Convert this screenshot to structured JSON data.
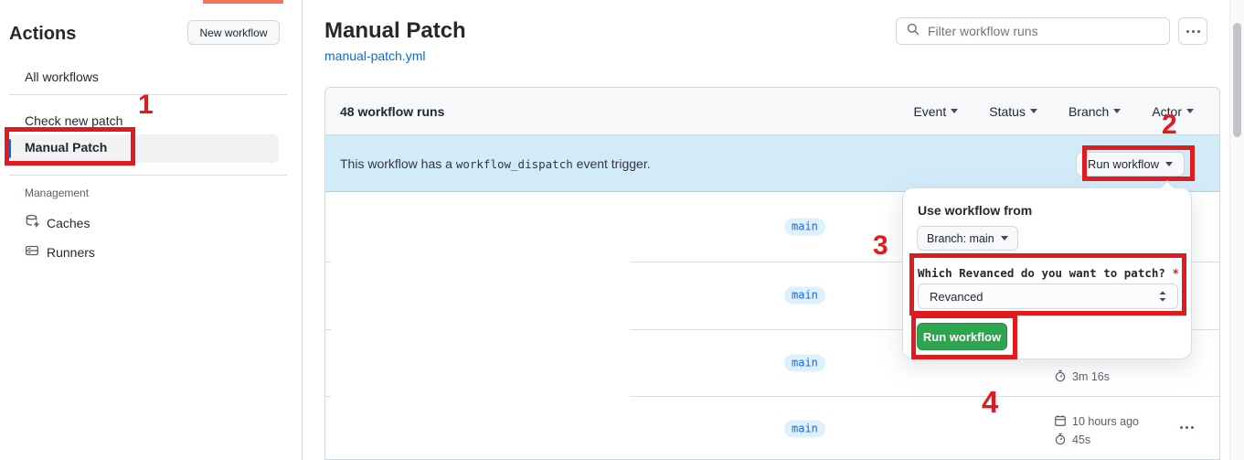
{
  "sidebar": {
    "title": "Actions",
    "new_workflow_button": "New workflow",
    "items": [
      {
        "label": "All workflows"
      },
      {
        "label": "Check new patch"
      },
      {
        "label": "Manual Patch",
        "selected": true
      }
    ],
    "management": {
      "heading": "Management",
      "items": [
        {
          "label": "Caches",
          "icon": "cache-icon"
        },
        {
          "label": "Runners",
          "icon": "runners-icon"
        }
      ]
    }
  },
  "header": {
    "title": "Manual Patch",
    "file_link": "manual-patch.yml",
    "search_placeholder": "Filter workflow runs",
    "kebab_icon": "kebab-horizontal-icon"
  },
  "runs": {
    "count_label": "48 workflow runs",
    "filters": [
      "Event",
      "Status",
      "Branch",
      "Actor"
    ],
    "banner": {
      "text_before": "This workflow has a ",
      "code": "workflow_dispatch",
      "text_after": " event trigger.",
      "run_button": "Run workflow"
    },
    "rows": [
      {
        "branch": "main"
      },
      {
        "branch": "main"
      },
      {
        "branch": "main",
        "duration": "3m 16s"
      },
      {
        "branch": "main",
        "date": "10 hours ago",
        "duration": "45s"
      }
    ]
  },
  "popup": {
    "heading": "Use workflow from",
    "branch_button": "Branch: main",
    "input_label": "Which Revanced do you want to patch?",
    "required_mark": "*",
    "select_value": "Revanced",
    "run_button": "Run workflow"
  },
  "annotations": {
    "steps": [
      "1",
      "2",
      "3",
      "4"
    ]
  },
  "colors": {
    "accent_blue": "#0969da",
    "banner_blue": "#d2ebf9",
    "badge_bg": "#ddf0fd",
    "badge_text": "#2169d6",
    "green_button": "#2da44e",
    "annotation_red": "#e01b20",
    "top_bar_salmon": "#f4745c"
  }
}
